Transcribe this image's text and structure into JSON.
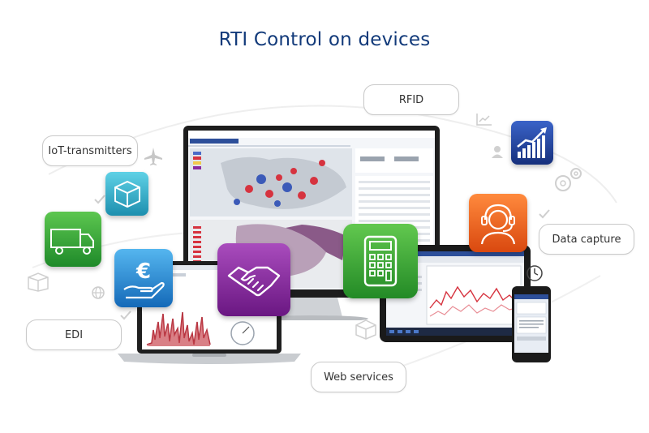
{
  "title": "RTI Control on devices",
  "labels": {
    "rfid": "RFID",
    "iot": "IoT-transmitters",
    "data_capture": "Data capture",
    "edi": "EDI",
    "web_services": "Web services"
  },
  "icons": {
    "chart": "chart-growth-icon",
    "box": "package-box-icon",
    "truck": "truck-icon",
    "euro": "euro-hand-icon",
    "handshake": "handshake-icon",
    "calculator": "calculator-icon",
    "headset": "headset-agent-icon"
  },
  "colors": {
    "title": "#123a7a",
    "tile_blue": "#1e3f9e",
    "tile_cyan": "#2aa9c4",
    "tile_green": "#3aaa35",
    "tile_lightblue": "#2a8fd8",
    "tile_purple": "#8a2a9e",
    "tile_orange": "#ee6b1f"
  }
}
